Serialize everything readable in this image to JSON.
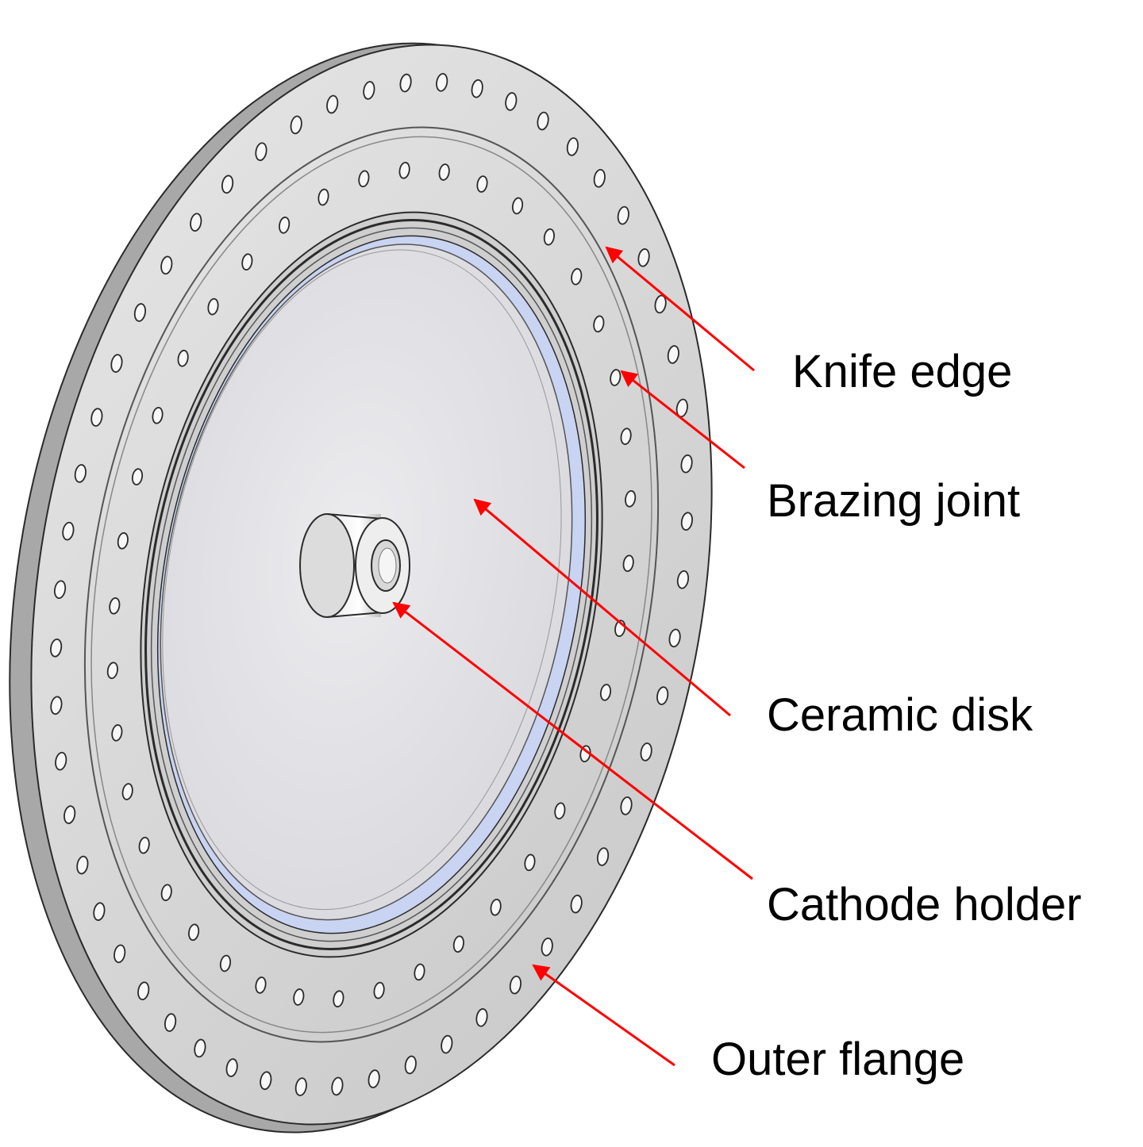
{
  "colors": {
    "arrow": "#ff0000",
    "label": "#000000",
    "flange_face": "#d9d9d9",
    "flange_edge": "#8c8c8c",
    "ceramic_face": "#e4e4e8",
    "brazing_highlight": "#c9d4f2",
    "outline": "#2b2b2b",
    "background": "#ffffff"
  },
  "labels": {
    "knife_edge": "Knife edge",
    "brazing_joint": "Brazing joint",
    "ceramic_disk": "Ceramic disk",
    "cathode_holder": "Cathode holder",
    "outer_flange": "Outer flange"
  },
  "flange": {
    "outer_bolt_hole_count": 54,
    "inner_bolt_hole_count": 40
  }
}
